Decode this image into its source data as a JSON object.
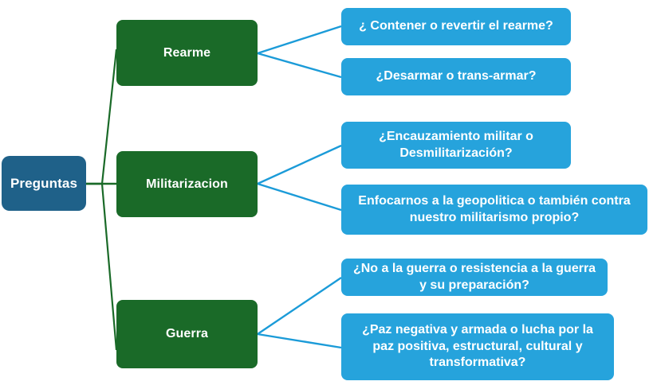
{
  "diagram": {
    "title_node": {
      "label": "Preguntas",
      "color": "#1F6189"
    },
    "branch_color": "#1A6A28",
    "leaf_color": "#26A3DC",
    "branch_connector_color": "#1A6A28",
    "leaf_connector_color": "#1B9BD8",
    "background": "#FFFFFF",
    "branches": [
      {
        "label": "Rearme",
        "leaves": [
          {
            "label": "¿ Contener o revertir el rearme?"
          },
          {
            "label": "¿Desarmar o trans-armar?"
          }
        ]
      },
      {
        "label": "Militarizacion",
        "leaves": [
          {
            "label": "¿Encauzamiento militar o Desmilitarización?"
          },
          {
            "label": "Enfocarnos a la geopolitica o también contra nuestro militarismo propio?"
          }
        ]
      },
      {
        "label": "Guerra",
        "leaves": [
          {
            "label": "¿No a la guerra o resistencia a la guerra y su preparación?"
          },
          {
            "label": "¿Paz negativa y armada o lucha por la paz positiva, estructural, cultural y transformativa?"
          }
        ]
      }
    ]
  }
}
